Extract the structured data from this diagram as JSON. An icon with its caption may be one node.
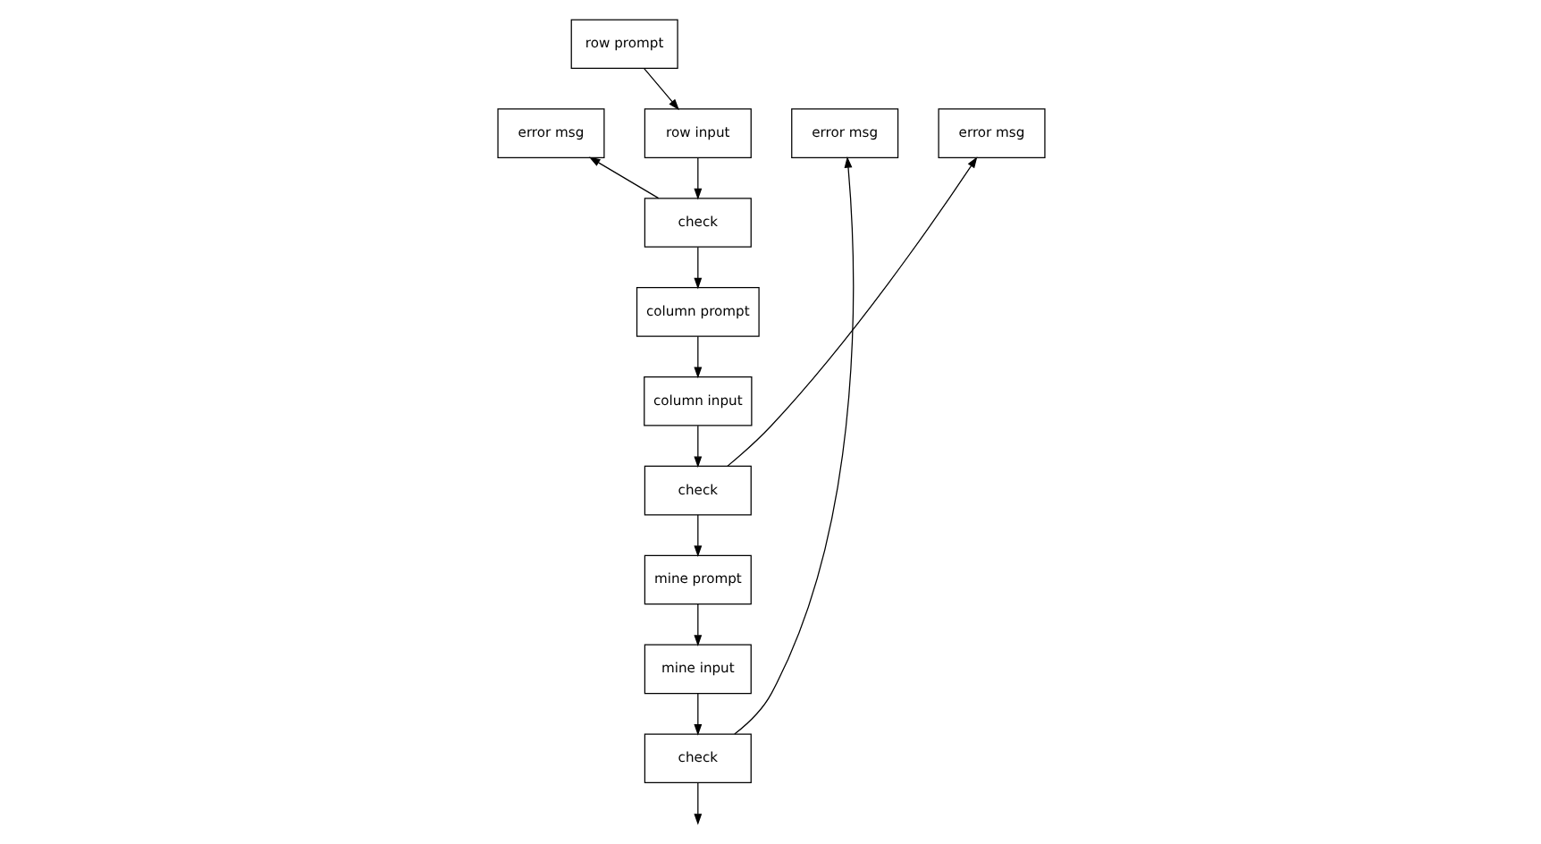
{
  "diagram": {
    "nodes": [
      {
        "text": [
          "row prompt"
        ]
      },
      {
        "text": [
          "error msg"
        ]
      },
      {
        "text": [
          "row input"
        ]
      },
      {
        "text": [
          "check"
        ]
      },
      {
        "text": [
          "column prompt"
        ]
      },
      {
        "text": [
          "error msg"
        ]
      },
      {
        "text": [
          "column input"
        ]
      },
      {
        "text": [
          "check"
        ]
      },
      {
        "text": [
          "mine prompt"
        ]
      },
      {
        "text": [
          "error msg"
        ]
      },
      {
        "text": [
          "mine input"
        ]
      },
      {
        "text": [
          "check"
        ]
      }
    ],
    "edges": [
      {
        "from": 0,
        "to": 2,
        "arrow": "to"
      },
      {
        "from": 2,
        "to": 3,
        "arrow": "to"
      },
      {
        "from": 3,
        "to": 1,
        "arrow": "to"
      },
      {
        "from": 3,
        "to": 4,
        "arrow": "to"
      },
      {
        "from": 4,
        "to": 6,
        "arrow": "to"
      },
      {
        "from": 6,
        "to": 7,
        "arrow": "to"
      },
      {
        "from": 7,
        "to": 5,
        "arrow": "to"
      },
      {
        "from": 7,
        "to": 8,
        "arrow": "to"
      },
      {
        "from": 8,
        "to": 10,
        "arrow": "to"
      },
      {
        "from": 10,
        "to": 11,
        "arrow": "to"
      },
      {
        "from": 11,
        "to": 9,
        "arrow": "to"
      },
      {
        "from": 11,
        "to": null,
        "arrow": "to"
      }
    ]
  }
}
